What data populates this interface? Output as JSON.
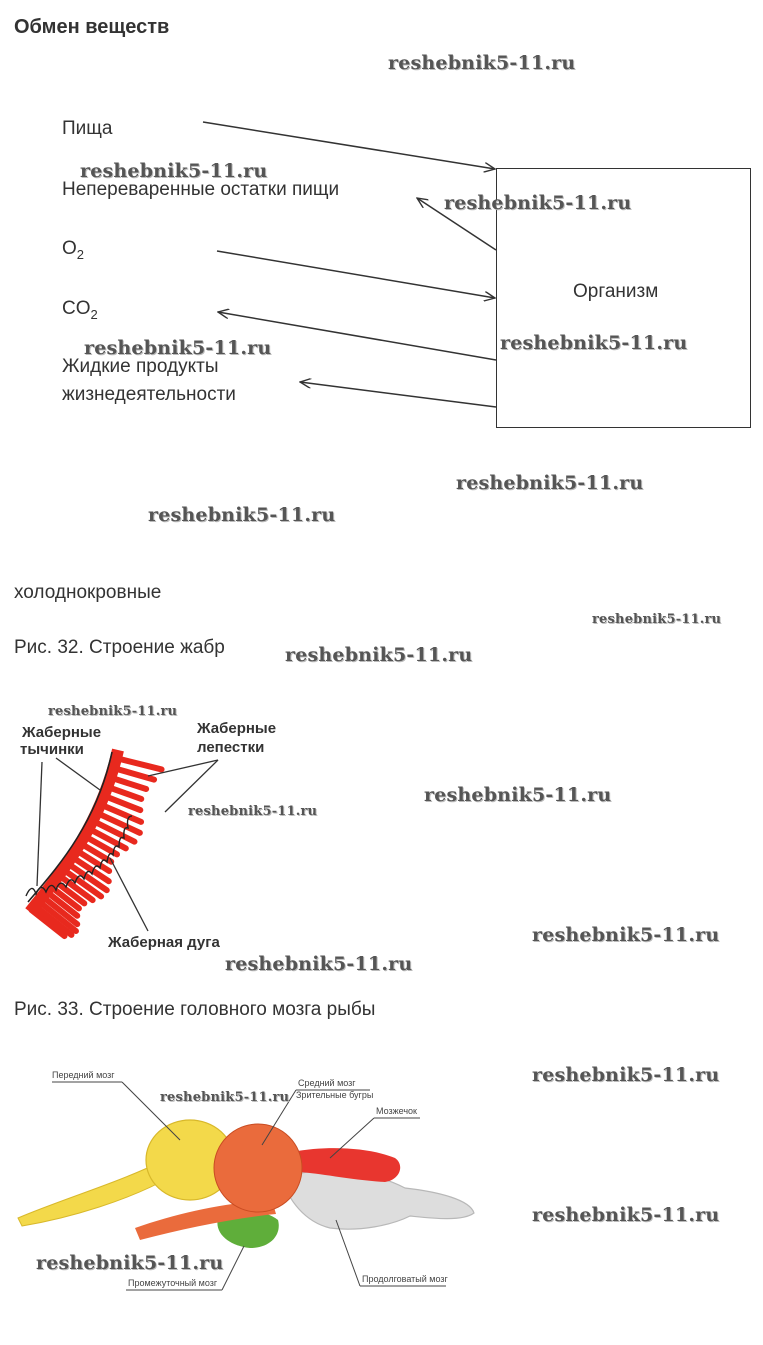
{
  "heading": "Обмен веществ",
  "metabolism": {
    "inputs_outputs": [
      "Пища",
      "Непереваренные остатки пищи",
      "O",
      "2",
      "CO",
      "2",
      "Жидкие продукты",
      "жизнедеятельности"
    ],
    "organism": "Организм"
  },
  "answer": "холоднокровные",
  "fig32": {
    "caption": "Рис. 32. Строение жабр",
    "labels": {
      "filaments_1": "Жаберные",
      "filaments_2": "тычинки",
      "petals_1": "Жаберные",
      "petals_2": "лепестки",
      "arch": "Жаберная дуга"
    },
    "colors": {
      "gill_red": "#e8291e"
    }
  },
  "fig33": {
    "caption": "Рис. 33. Строение головного мозга рыбы",
    "labels": {
      "forebrain": "Передний мозг",
      "midbrain": "Средний мозг",
      "optic": "Зрительные бугры",
      "cerebellum": "Мозжечок",
      "diencephalon": "Промежуточный мозг",
      "medulla": "Продолговатый мозг"
    },
    "colors": {
      "yellow": "#f3d94a",
      "orange": "#ea6b3c",
      "red": "#e8362f",
      "green": "#5fae3a",
      "gray": "#d9d9d9"
    }
  },
  "watermark": "reshebnik5-11.ru"
}
